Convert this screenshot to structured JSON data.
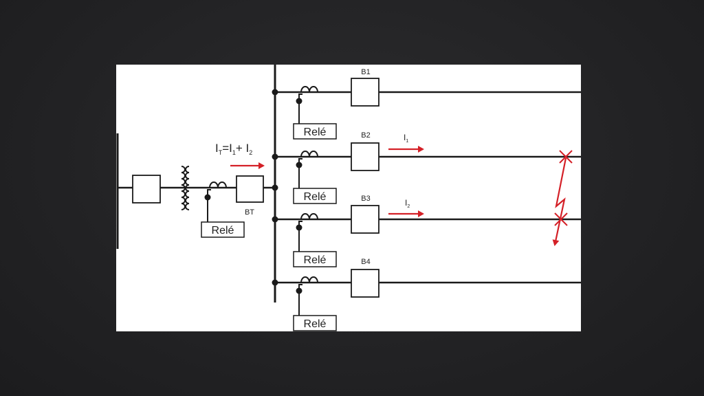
{
  "diagram": {
    "relay_label": "Relé",
    "breakers": {
      "b1": "B1",
      "b2": "B2",
      "b3": "B3",
      "b4": "B4",
      "bt": "BT"
    },
    "total_current": {
      "main": "I",
      "sub_t": "T",
      "eq": "=I",
      "sub_1": "1",
      "plus": "+ I",
      "sub_2": "2"
    },
    "branch_currents": {
      "i1_main": "I",
      "i1_sub": "1",
      "i2_main": "I",
      "i2_sub": "2"
    },
    "colors": {
      "line": "#1a1a1a",
      "arrow": "#d42027",
      "panel": "#ffffff",
      "background": "#242426"
    }
  }
}
